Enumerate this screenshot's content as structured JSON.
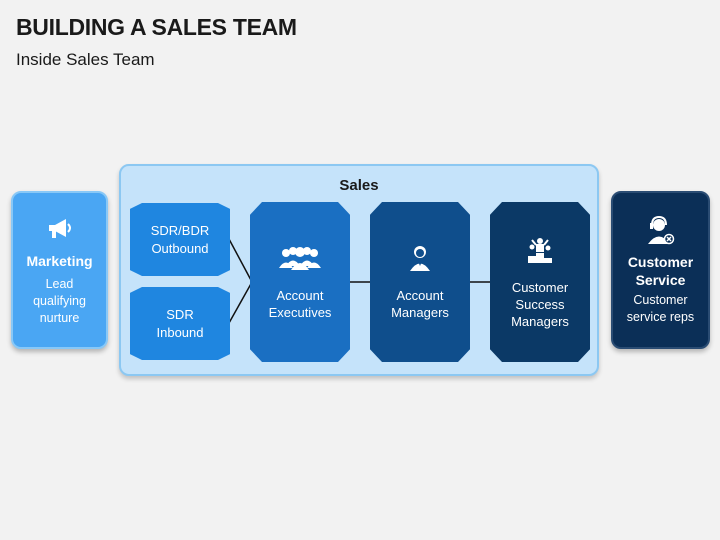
{
  "title": "BUILDING A SALES TEAM",
  "subtitle": "Inside Sales Team",
  "marketing": {
    "title": "Marketing",
    "desc_lines": [
      "Lead",
      "qualifying",
      "nurture"
    ],
    "icon": "megaphone-icon"
  },
  "sales": {
    "label": "Sales",
    "sdr_outbound": [
      "SDR/BDR",
      "Outbound"
    ],
    "sdr_inbound": [
      "SDR",
      "Inbound"
    ],
    "account_executives": {
      "lines": [
        "Account",
        "Executives"
      ],
      "icon": "team-icon"
    },
    "account_managers": {
      "lines": [
        "Account",
        "Managers"
      ],
      "icon": "manager-icon"
    },
    "customer_success": {
      "lines": [
        "Customer",
        "Success",
        "Managers"
      ],
      "icon": "winners-podium-icon"
    }
  },
  "customer_service": {
    "title_lines": [
      "Customer",
      "Service"
    ],
    "desc_lines": [
      "Customer",
      "service reps"
    ],
    "icon": "headset-support-icon"
  },
  "colors": {
    "marketing": "#4aa6f3",
    "sales_panel": "#c5e3fa",
    "sdr": "#1f86e0",
    "account_executives": "#1a6fc2",
    "account_managers": "#0f4e8c",
    "customer_success": "#0b3966",
    "customer_service": "#0b2f57"
  }
}
